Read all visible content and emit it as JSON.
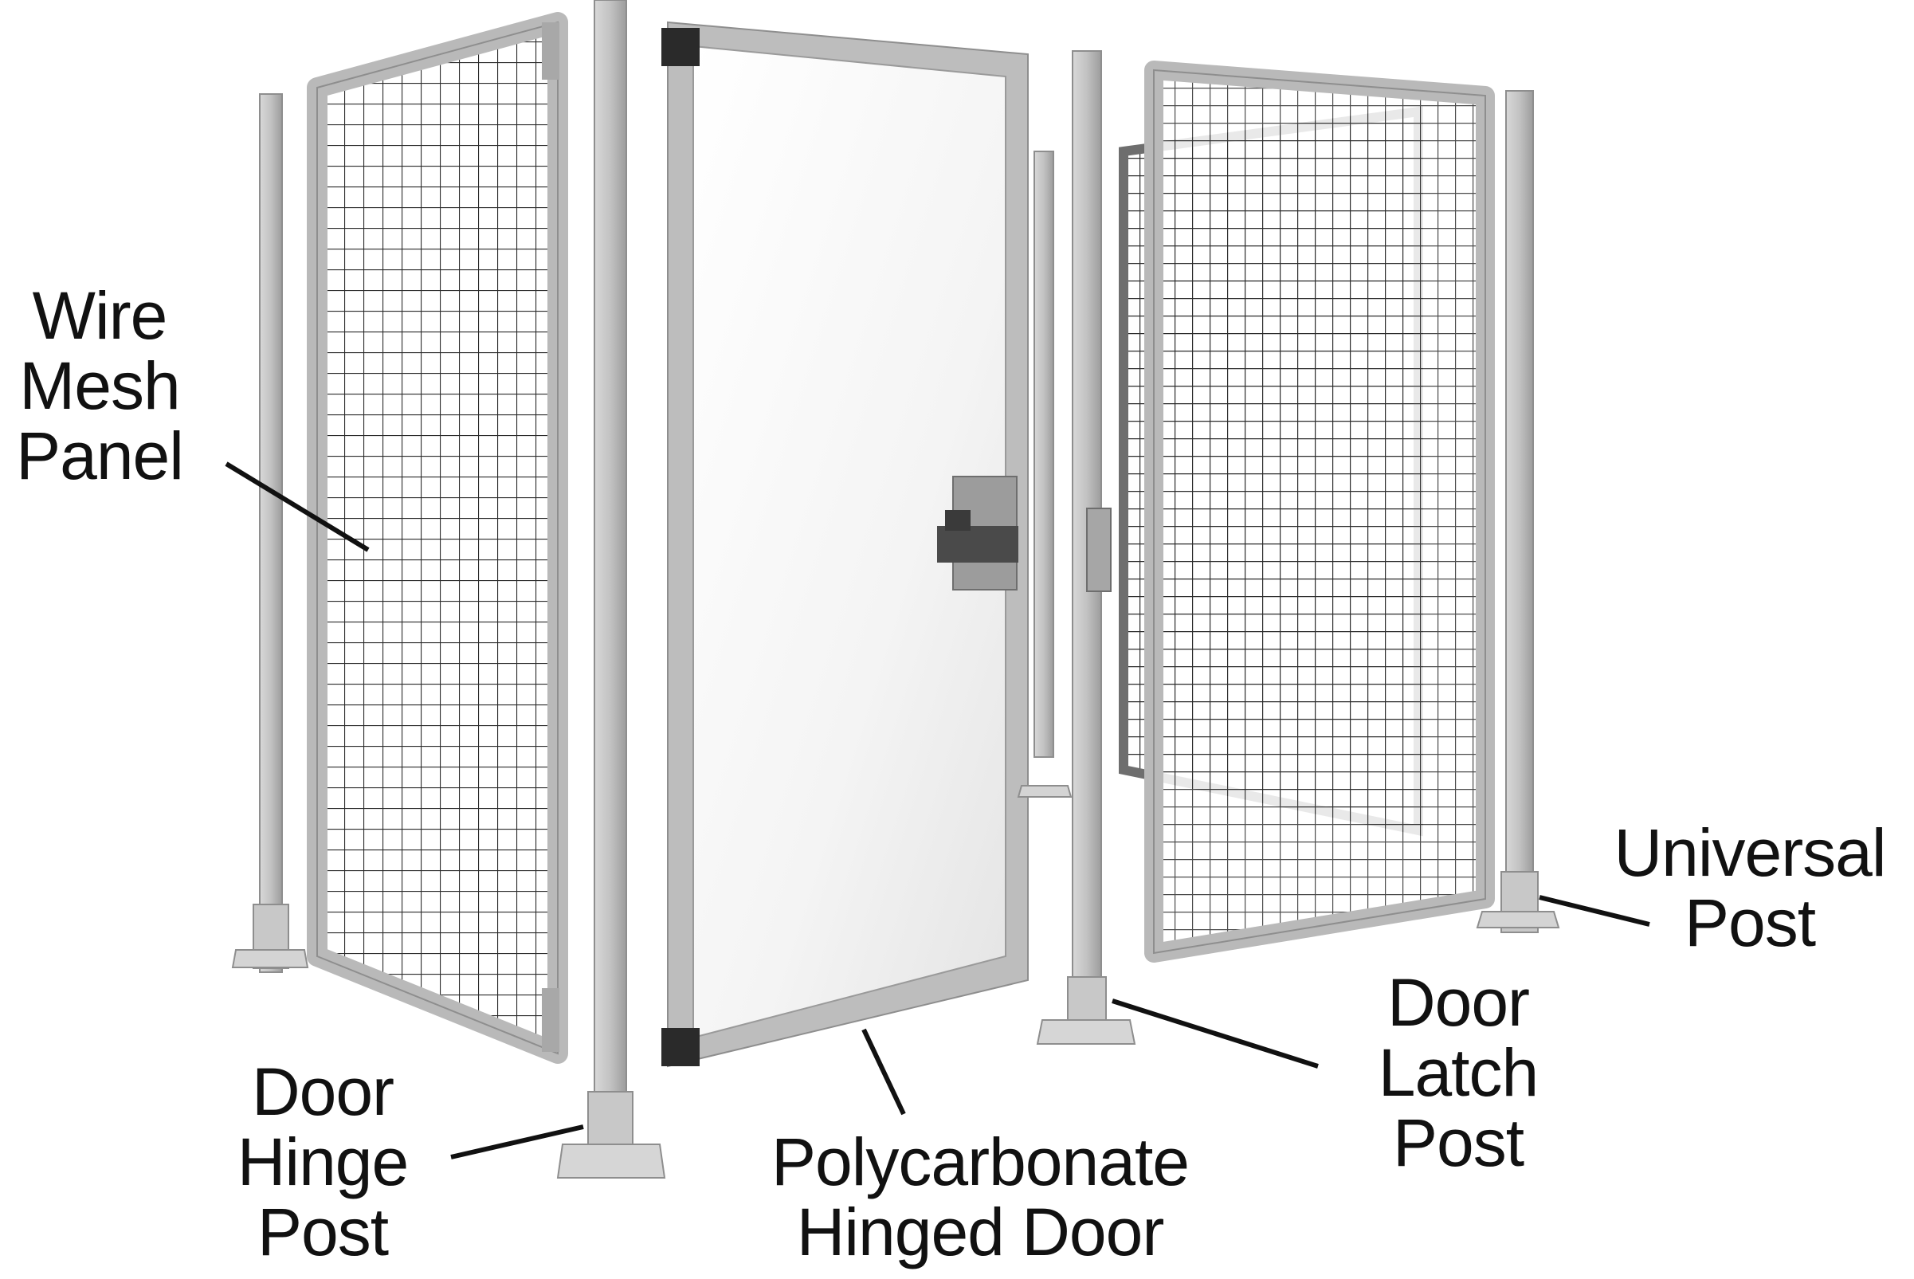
{
  "labels": {
    "wire_mesh_panel": [
      "Wire",
      "Mesh",
      "Panel"
    ],
    "door_hinge_post": [
      "Door",
      "Hinge",
      "Post"
    ],
    "polycarbonate_hinged_door": [
      "Polycarbonate",
      "Hinged Door"
    ],
    "door_latch_post": [
      "Door",
      "Latch",
      "Post"
    ],
    "universal_post": [
      "Universal",
      "Post"
    ]
  },
  "colors": {
    "frame": "#b9b9b9",
    "frame_dark": "#8e8e8e",
    "mesh": "#2b2b2b",
    "door_panel": "#f3f3f3",
    "hinge": "#2a2a2a",
    "leader": "#111111"
  }
}
